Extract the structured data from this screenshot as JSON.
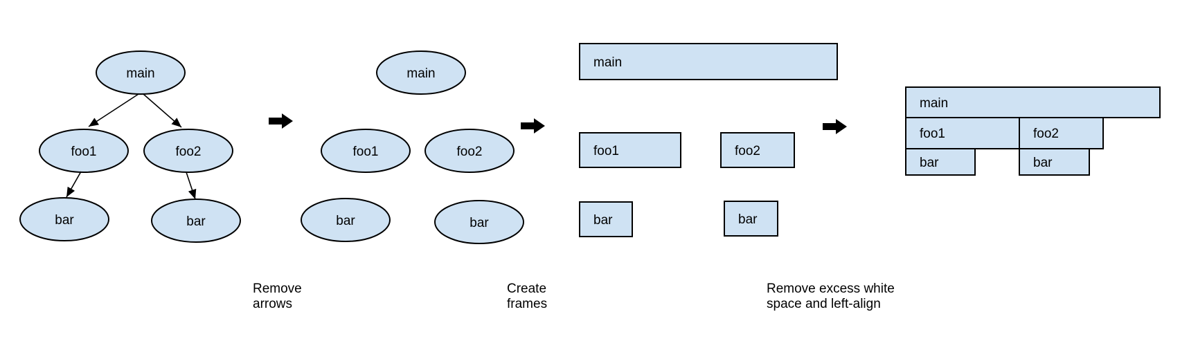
{
  "colors": {
    "background": "#ffffff",
    "node_fill": "#cfe2f3",
    "node_stroke": "#000000",
    "arrow": "#000000",
    "text": "#000000"
  },
  "steps": {
    "call_tree": {
      "main": "main",
      "foo1": "foo1",
      "foo2": "foo2",
      "bar_left": "bar",
      "bar_right": "bar"
    },
    "no_arrows": {
      "main": "main",
      "foo1": "foo1",
      "foo2": "foo2",
      "bar_left": "bar",
      "bar_right": "bar"
    },
    "frames": {
      "main": "main",
      "foo1": "foo1",
      "foo2": "foo2",
      "bar_left": "bar",
      "bar_right": "bar"
    },
    "flame_graph": {
      "main": "main",
      "foo1": "foo1",
      "foo2": "foo2",
      "bar_left": "bar",
      "bar_right": "bar"
    }
  },
  "captions": {
    "remove_arrows": {
      "line1": "Remove",
      "line2": "arrows"
    },
    "create_frames": {
      "line1": "Create",
      "line2": "frames"
    },
    "left_align": {
      "line1": "Remove excess white",
      "line2": "space and left-align"
    }
  }
}
